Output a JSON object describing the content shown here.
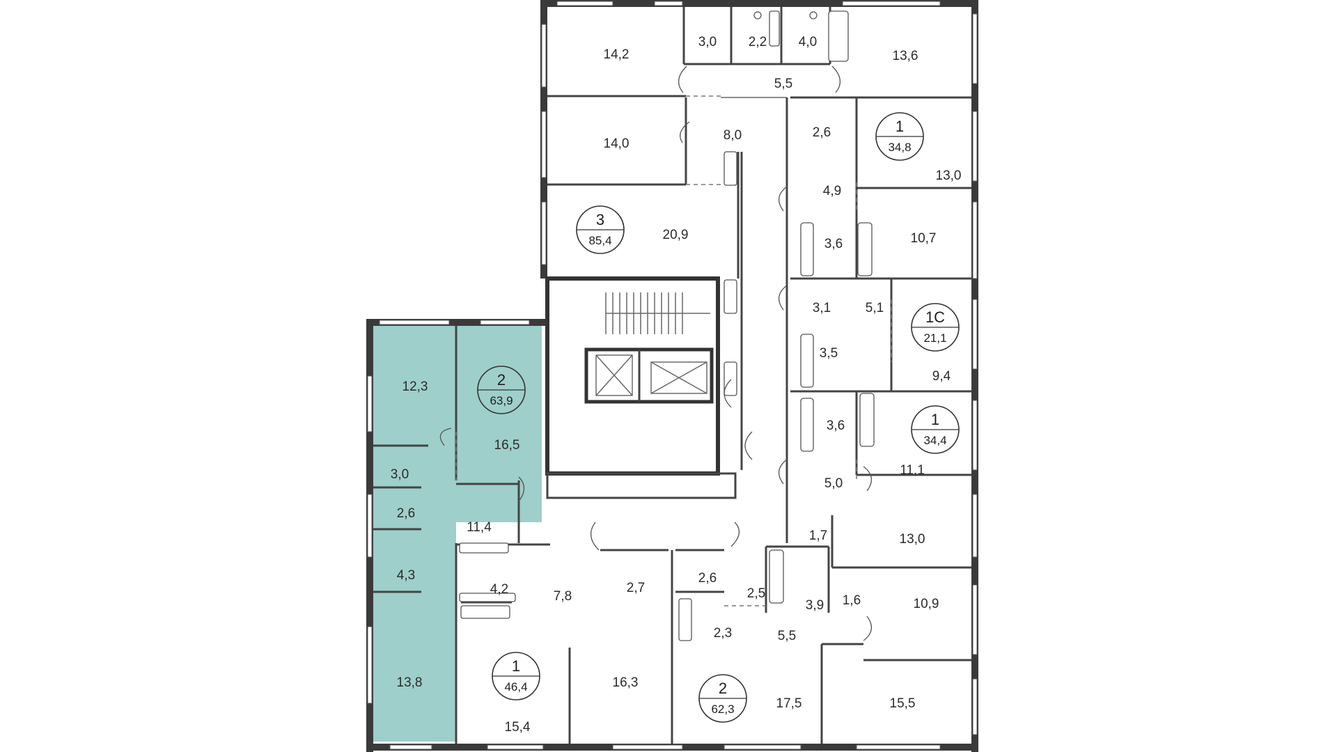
{
  "colors": {
    "wall": "#3a3a3a",
    "highlight": "#9ecfca",
    "background": "#ffffff",
    "text": "#2b2b2b"
  },
  "rooms": [
    {
      "id": "r-14-2",
      "label": "14,2"
    },
    {
      "id": "r-3-0-top",
      "label": "3,0"
    },
    {
      "id": "r-2-2",
      "label": "2,2"
    },
    {
      "id": "r-4-0",
      "label": "4,0"
    },
    {
      "id": "r-13-6",
      "label": "13,6"
    },
    {
      "id": "r-5-5-top",
      "label": "5,5"
    },
    {
      "id": "r-14-0",
      "label": "14,0"
    },
    {
      "id": "r-8-0",
      "label": "8,0"
    },
    {
      "id": "r-2-6-top",
      "label": "2,6"
    },
    {
      "id": "r-13-0-top",
      "label": "13,0"
    },
    {
      "id": "r-4-9",
      "label": "4,9"
    },
    {
      "id": "r-20-9",
      "label": "20,9"
    },
    {
      "id": "r-3-6-top",
      "label": "3,6"
    },
    {
      "id": "r-10-7",
      "label": "10,7"
    },
    {
      "id": "r-3-1",
      "label": "3,1"
    },
    {
      "id": "r-5-1",
      "label": "5,1"
    },
    {
      "id": "r-3-5",
      "label": "3,5"
    },
    {
      "id": "r-9-4",
      "label": "9,4"
    },
    {
      "id": "r-12-3",
      "label": "12,3"
    },
    {
      "id": "r-16-5",
      "label": "16,5"
    },
    {
      "id": "r-3-6-mid",
      "label": "3,6"
    },
    {
      "id": "r-11-1",
      "label": "11,1"
    },
    {
      "id": "r-3-0-left",
      "label": "3,0"
    },
    {
      "id": "r-5-0",
      "label": "5,0"
    },
    {
      "id": "r-2-6-left",
      "label": "2,6"
    },
    {
      "id": "r-11-4",
      "label": "11,4"
    },
    {
      "id": "r-1-7",
      "label": "1,7"
    },
    {
      "id": "r-13-0-bot",
      "label": "13,0"
    },
    {
      "id": "r-4-3",
      "label": "4,3"
    },
    {
      "id": "r-4-2",
      "label": "4,2"
    },
    {
      "id": "r-7-8",
      "label": "7,8"
    },
    {
      "id": "r-2-7",
      "label": "2,7"
    },
    {
      "id": "r-2-6-bot",
      "label": "2,6"
    },
    {
      "id": "r-2-5",
      "label": "2,5"
    },
    {
      "id": "r-3-9",
      "label": "3,9"
    },
    {
      "id": "r-1-6",
      "label": "1,6"
    },
    {
      "id": "r-10-9",
      "label": "10,9"
    },
    {
      "id": "r-2-3",
      "label": "2,3"
    },
    {
      "id": "r-5-5-bot",
      "label": "5,5"
    },
    {
      "id": "r-13-8",
      "label": "13,8"
    },
    {
      "id": "r-16-3",
      "label": "16,3"
    },
    {
      "id": "r-17-5",
      "label": "17,5"
    },
    {
      "id": "r-15-5",
      "label": "15,5"
    },
    {
      "id": "r-15-4",
      "label": "15,4"
    }
  ],
  "apartments": [
    {
      "id": "apt-3-85-4",
      "rooms": "3",
      "area": "85,4",
      "highlighted": false
    },
    {
      "id": "apt-1-34-8",
      "rooms": "1",
      "area": "34,8",
      "highlighted": false
    },
    {
      "id": "apt-1c-21-1",
      "rooms": "1С",
      "area": "21,1",
      "highlighted": false
    },
    {
      "id": "apt-2-63-9",
      "rooms": "2",
      "area": "63,9",
      "highlighted": true
    },
    {
      "id": "apt-1-34-4",
      "rooms": "1",
      "area": "34,4",
      "highlighted": false
    },
    {
      "id": "apt-1-46-4",
      "rooms": "1",
      "area": "46,4",
      "highlighted": false
    },
    {
      "id": "apt-2-62-3",
      "rooms": "2",
      "area": "62,3",
      "highlighted": false
    }
  ]
}
